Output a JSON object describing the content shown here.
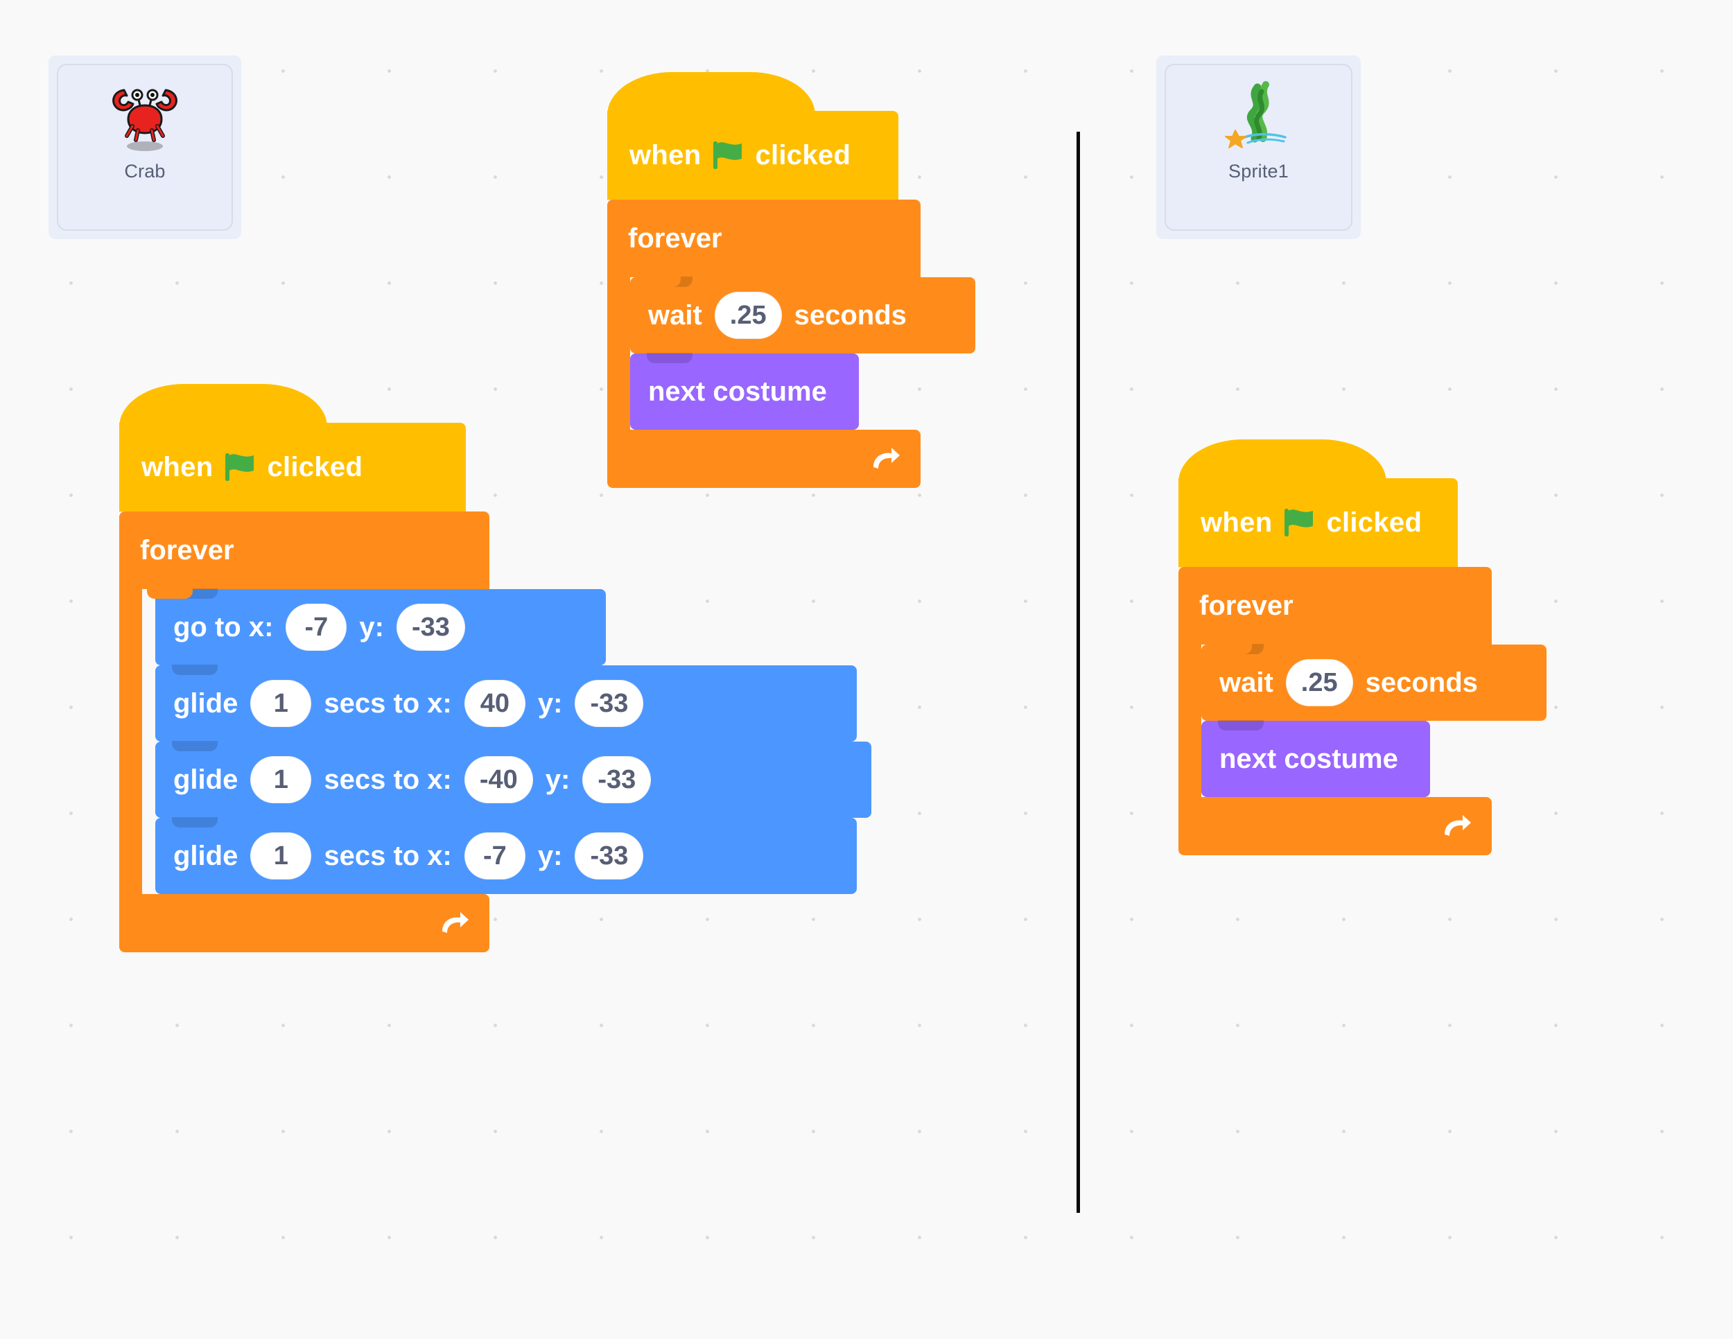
{
  "workspace": {
    "background_color": "#f9f9f9",
    "divider_color": "#0a0a0a"
  },
  "sprites": [
    {
      "name": "Crab",
      "thumbnail_icon": "crab-icon"
    },
    {
      "name": "Sprite1",
      "thumbnail_icon": "seaweed-icon"
    }
  ],
  "palette": {
    "events_color": "#ffbf00",
    "control_color": "#ff8c1a",
    "looks_color": "#9966ff",
    "motion_color": "#4c97ff",
    "input_text_color": "#575e75"
  },
  "scripts": {
    "crab_motion": {
      "hat": {
        "when": "when",
        "flag": "green-flag-icon",
        "clicked": "clicked"
      },
      "forever": "forever",
      "blocks": [
        {
          "type": "motion",
          "label_a": "go to x:",
          "value_x": "-7",
          "label_b": "y:",
          "value_y": "-33"
        },
        {
          "type": "motion",
          "label_a": "glide",
          "value_secs": "1",
          "label_b": "secs to x:",
          "value_x": "40",
          "label_c": "y:",
          "value_y": "-33"
        },
        {
          "type": "motion",
          "label_a": "glide",
          "value_secs": "1",
          "label_b": "secs to x:",
          "value_x": "-40",
          "label_c": "y:",
          "value_y": "-33"
        },
        {
          "type": "motion",
          "label_a": "glide",
          "value_secs": "1",
          "label_b": "secs to x:",
          "value_x": "-7",
          "label_c": "y:",
          "value_y": "-33"
        }
      ]
    },
    "crab_costume": {
      "hat": {
        "when": "when",
        "flag": "green-flag-icon",
        "clicked": "clicked"
      },
      "forever": "forever",
      "wait": {
        "label_a": "wait",
        "value": ".25",
        "label_b": "seconds"
      },
      "next_costume": "next costume"
    },
    "sprite1_costume": {
      "hat": {
        "when": "when",
        "flag": "green-flag-icon",
        "clicked": "clicked"
      },
      "forever": "forever",
      "wait": {
        "label_a": "wait",
        "value": ".25",
        "label_b": "seconds"
      },
      "next_costume": "next costume"
    }
  }
}
